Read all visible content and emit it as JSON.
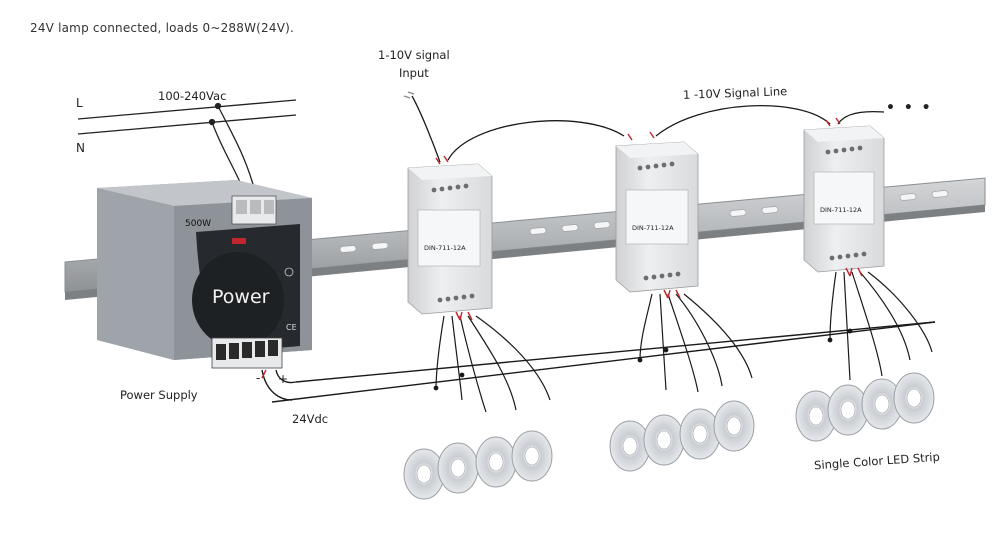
{
  "caption": "24V lamp connected, loads 0~288W(24V).",
  "labels": {
    "line_l": "L",
    "line_n": "N",
    "ac_input": "100-240Vac",
    "signal_input_1": "1-10V signal",
    "signal_input_2": "Input",
    "signal_line": "1 -10V Signal Line",
    "dots": "• • •",
    "power_supply": "Power Supply",
    "dc_output": "24Vdc",
    "minus": "-",
    "plus": "+",
    "led_strip": "Single Color LED Strip"
  },
  "power_supply_unit": {
    "wattage": "500W",
    "brand": "Power"
  },
  "dimmers": [
    {
      "model": "DIN-711-12A"
    },
    {
      "model": "DIN-711-12A"
    },
    {
      "model": "DIN-711-12A"
    }
  ],
  "colors": {
    "rail": "#b9bcbf",
    "module": "#e4e5e6",
    "psu_body": "#9da3a9",
    "psu_face": "#2a2d31",
    "wire": "#1a1a1a",
    "wire_red": "#c0262d",
    "led_reel": "#d9dde2"
  }
}
